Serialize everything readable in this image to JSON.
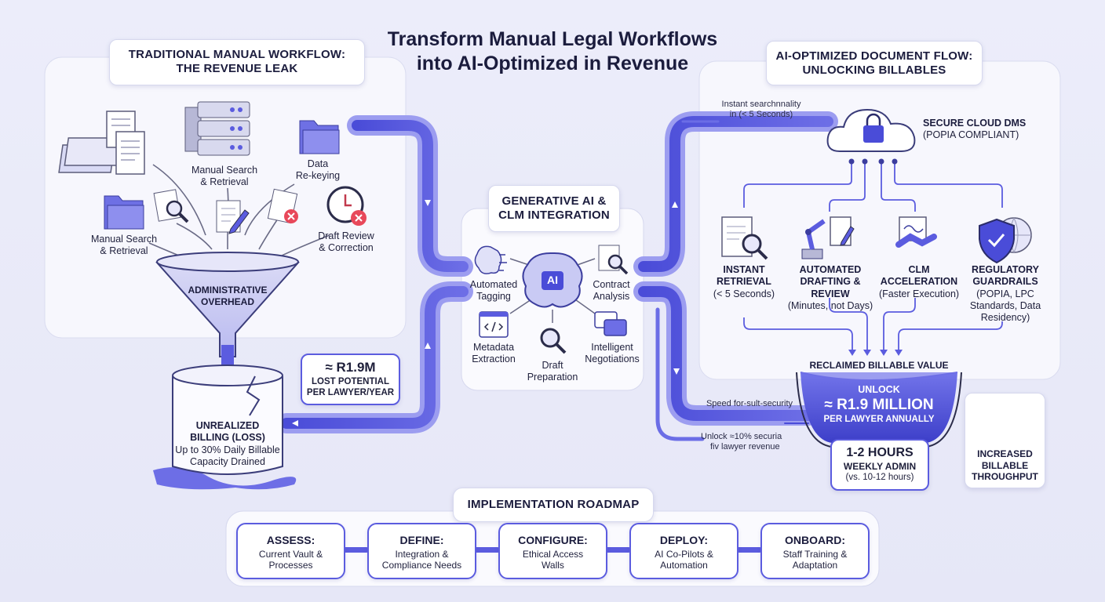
{
  "title": [
    "Transform Manual Legal Workflows",
    "into AI-Optimized in Revenue"
  ],
  "left_panel": {
    "header": [
      "TRADITIONAL MANUAL WORKFLOW:",
      "THE REVENUE LEAK"
    ],
    "items": [
      [
        "Manual Search",
        "& Retrieval"
      ],
      [
        "Data",
        "Re-keying"
      ],
      [
        "Manual Search",
        "& Retrieval"
      ],
      [
        "Draft Review",
        "& Correction"
      ]
    ],
    "funnel_label": [
      "ADMINISTRATIVE",
      "OVERHEAD"
    ],
    "bucket_label": [
      "UNREALIZED",
      "BILLING (LOSS)",
      "Up to 30% Daily Billable",
      "Capacity Drained"
    ],
    "loss_callout": [
      "≈ R1.9M",
      "LOST POTENTIAL",
      "PER LAWYER/YEAR"
    ]
  },
  "center": {
    "header": [
      "GENERATIVE AI &",
      "CLM INTEGRATION"
    ],
    "ai_badge": "AI",
    "items": [
      [
        "Automated",
        "Tagging"
      ],
      [
        "Contract",
        "Analysis"
      ],
      [
        "Metadata",
        "Extraction"
      ],
      [
        "Intelligent",
        "Negotiations"
      ],
      [
        "Draft",
        "Preparation"
      ]
    ]
  },
  "right_panel": {
    "header": [
      "AI-OPTIMIZED DOCUMENT FLOW:",
      "UNLOCKING BILLABLES"
    ],
    "flow_notes": {
      "search": [
        "Instant searchnnality",
        "in (< 5 Seconds)"
      ],
      "speed": "Speed for-sult-security",
      "unlock": [
        "Unlock ≈10% securia",
        "fiv lawyer revenue"
      ]
    },
    "cloud": [
      "SECURE CLOUD DMS",
      "(POPIA COMPLIANT)"
    ],
    "features": [
      {
        "title": [
          "INSTANT",
          "RETRIEVAL"
        ],
        "desc": [
          "(< 5 Seconds)"
        ]
      },
      {
        "title": [
          "AUTOMATED",
          "DRAFTING & REVIEW"
        ],
        "desc": [
          "(Minutes, not Days)"
        ]
      },
      {
        "title": [
          "CLM",
          "ACCELERATION"
        ],
        "desc": [
          "(Faster Execution)"
        ]
      },
      {
        "title": [
          "REGULATORY",
          "GUARDRAILS"
        ],
        "desc": [
          "(POPIA, LPC",
          "Standards, Data",
          "Residency)"
        ]
      }
    ],
    "reclaimed_label": "RECLAIMED BILLABLE VALUE",
    "unlock": [
      "UNLOCK",
      "≈ R1.9 MILLION",
      "PER LAWYER ANNUALLY"
    ],
    "hours": [
      "1-2 HOURS",
      "WEEKLY ADMIN",
      "(vs. 10-12 hours)"
    ],
    "throughput": [
      "INCREASED",
      "BILLABLE",
      "THROUGHPUT"
    ]
  },
  "roadmap": {
    "header": "IMPLEMENTATION ROADMAP",
    "steps": [
      {
        "title": "ASSESS:",
        "desc": [
          "Current Vault &",
          "Processes"
        ]
      },
      {
        "title": "DEFINE:",
        "desc": [
          "Integration &",
          "Compliance Needs"
        ]
      },
      {
        "title": "CONFIGURE:",
        "desc": [
          "Ethical Access",
          "Walls"
        ]
      },
      {
        "title": "DEPLOY:",
        "desc": [
          "AI Co-Pilots &",
          "Automation"
        ]
      },
      {
        "title": "ONBOARD:",
        "desc": [
          "Staff Training &",
          "Adaptation"
        ]
      }
    ]
  },
  "colors": {
    "accent": "#5b5cdf",
    "accent_light": "#8f90ee",
    "accent_dark": "#3a3cc0",
    "panel": "#f6f6fd",
    "line": "#4c4fd0"
  },
  "icons": [
    "document-stack-icon",
    "server-rack-icon",
    "folder-icon",
    "folder-icon",
    "document-search-icon",
    "document-edit-icon",
    "document-error-icon",
    "clock-error-icon",
    "funnel-icon",
    "bucket-icon",
    "brain-ai-icon",
    "brain-circuit-icon",
    "document-search-icon",
    "code-file-icon",
    "magnifier-icon",
    "chat-icon",
    "cloud-lock-icon",
    "document-search-icon",
    "robot-arm-icon",
    "handshake-contract-icon",
    "shield-globe-icon",
    "trend-arrow-icon"
  ]
}
